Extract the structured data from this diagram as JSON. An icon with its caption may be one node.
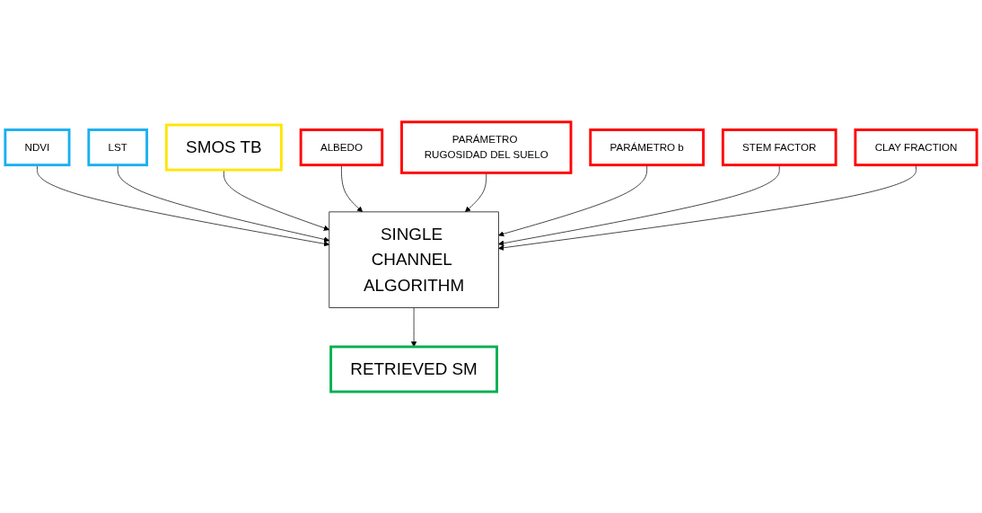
{
  "diagram": {
    "nodes": [
      {
        "text": [
          "NDVI"
        ]
      },
      {
        "text": [
          "LST"
        ]
      },
      {
        "text": [
          "SINGLE CHANNEL ALGORITHM"
        ]
      },
      {
        "text": [
          "SMOS TB"
        ]
      },
      {
        "text": [
          "RETRIEVED SM"
        ]
      },
      {
        "text": [
          "ALBEDO"
        ]
      },
      {
        "text": [
          "PARÁMETRO RUGOSIDAD DEL SUELO"
        ]
      },
      {
        "text": [
          "PARÁMETRO b"
        ]
      },
      {
        "text": [
          "STEM FACTOR"
        ]
      },
      {
        "text": [
          "CLAY FRACTION"
        ]
      }
    ],
    "edges": [
      {
        "from": 0,
        "to": 2,
        "arrow": "to"
      },
      {
        "from": 1,
        "to": 2,
        "arrow": "to"
      },
      {
        "from": 3,
        "to": 2,
        "arrow": "to"
      },
      {
        "from": 2,
        "to": 4,
        "arrow": "to"
      },
      {
        "from": 5,
        "to": 2,
        "arrow": "to"
      },
      {
        "from": 6,
        "to": 2,
        "arrow": "to"
      },
      {
        "from": 7,
        "to": 2,
        "arrow": "to"
      },
      {
        "from": 8,
        "to": 2,
        "arrow": "to"
      },
      {
        "from": 9,
        "to": 2,
        "arrow": "to"
      }
    ]
  }
}
